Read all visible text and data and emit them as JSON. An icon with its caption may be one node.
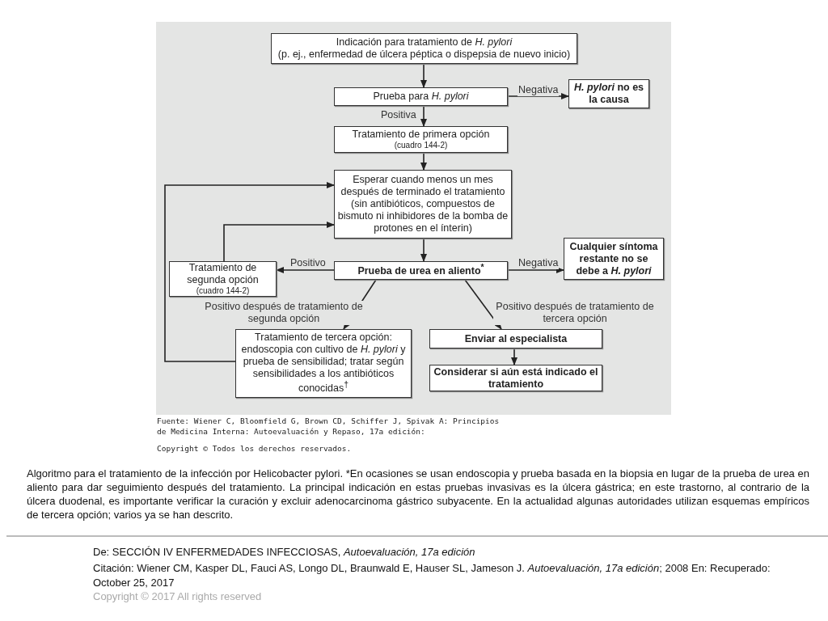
{
  "diagram": {
    "caption": "Algoritmo para el tratamiento de la infección  por Helicobacter pylori. *En  ocasiones se usan endoscopia y prueba basada en la biopsia en lugar  de la prueba de urea en aliento para dar seguimiento después  del tratamiento. La principal indicación en estas pruebas invasivas  es la úlcera gástrica; en este trastorno, al contrario  de la úlcera duodenal, es importante verificar la curación  y excluir adenocarcinoma gástrico subyacente.  En  la actualidad algunas autoridades utilizan esquemas empíricos  de tercera opción; varios ya se han descrito.",
    "nodes": [
      {
        "text": [
          "Indicación para tratamiento de *H. pylori*",
          "(p. ej., enfermedad de úlcera péptica o dispepsia de nuevo inicio)"
        ]
      },
      {
        "text": [
          "Prueba para *H. pylori*"
        ]
      },
      {
        "text": [
          "*H. pylori* no es la causa"
        ]
      },
      {
        "text": [
          "Tratamiento de primera opción",
          "(cuadro 144-2)"
        ]
      },
      {
        "text": [
          "Esperar cuando menos un mes después de terminado el tratamiento (sin antibióticos, compuestos de bismuto ni inhibidores de la bomba de protones en el ínterin)"
        ]
      },
      {
        "text": [
          "Tratamiento de segunda opción",
          "(cuadro 144-2)"
        ]
      },
      {
        "text": [
          "Prueba de urea en aliento$^{*}$"
        ]
      },
      {
        "text": [
          "Cualquier síntoma restante no se debe a *H. pylori*"
        ]
      },
      {
        "text": [
          "Tratamiento de tercera opción: endoscopia con cultivo de *H. pylori* y prueba de sensibilidad; tratar según sensibilidades a los antibióticos conocidas$^{†}$"
        ]
      },
      {
        "text": [
          "Enviar al especialista"
        ]
      },
      {
        "text": [
          "Considerar si aún está indicado el tratamiento"
        ]
      }
    ],
    "edges": [
      {
        "from": 0,
        "to": 1,
        "arrow": "to"
      },
      {
        "from": 1,
        "to": 2,
        "arrow": "to",
        "label": "Negativa"
      },
      {
        "from": 1,
        "to": 3,
        "arrow": "to",
        "label": "Positiva"
      },
      {
        "from": 3,
        "to": 4,
        "arrow": "to"
      },
      {
        "from": 4,
        "to": 6,
        "arrow": "to"
      },
      {
        "from": 6,
        "to": 5,
        "arrow": "to",
        "label": "Positivo"
      },
      {
        "from": 6,
        "to": 7,
        "arrow": "to",
        "label": "Negativa"
      },
      {
        "from": 6,
        "to": 8,
        "arrow": "to",
        "label": "Positivo después de tratamiento de segunda opción"
      },
      {
        "from": 6,
        "to": 9,
        "arrow": "to",
        "label": "Positivo después de tratamiento de tercera opción"
      },
      {
        "from": 9,
        "to": 10,
        "arrow": "to"
      },
      {
        "from": 5,
        "to": 4,
        "arrow": "to"
      },
      {
        "from": 8,
        "to": 4,
        "arrow": "to"
      }
    ],
    "labels": [
      "Fuente: Wiener C, Bloomfield G, Brown CD, Schiffer J, Spivak A: Principios de Medicina Interna: Autoevaluación y Repaso, 17a edición:",
      "Copyright © Todos los derechos reservados.",
      "De: SECCIÓN IV ENFERMEDADES INFECCIOSAS, *Autoevaluación, 17a edición*",
      "Citación: Wiener CM, Kasper DL, Fauci AS, Longo DL, Braunwald E, Hauser SL, Jameson J. *Autoevaluación, 17a edición*; 2008 En: Recuperado: October 25, 2017",
      "Copyright © 2017 All rights reserved"
    ]
  }
}
